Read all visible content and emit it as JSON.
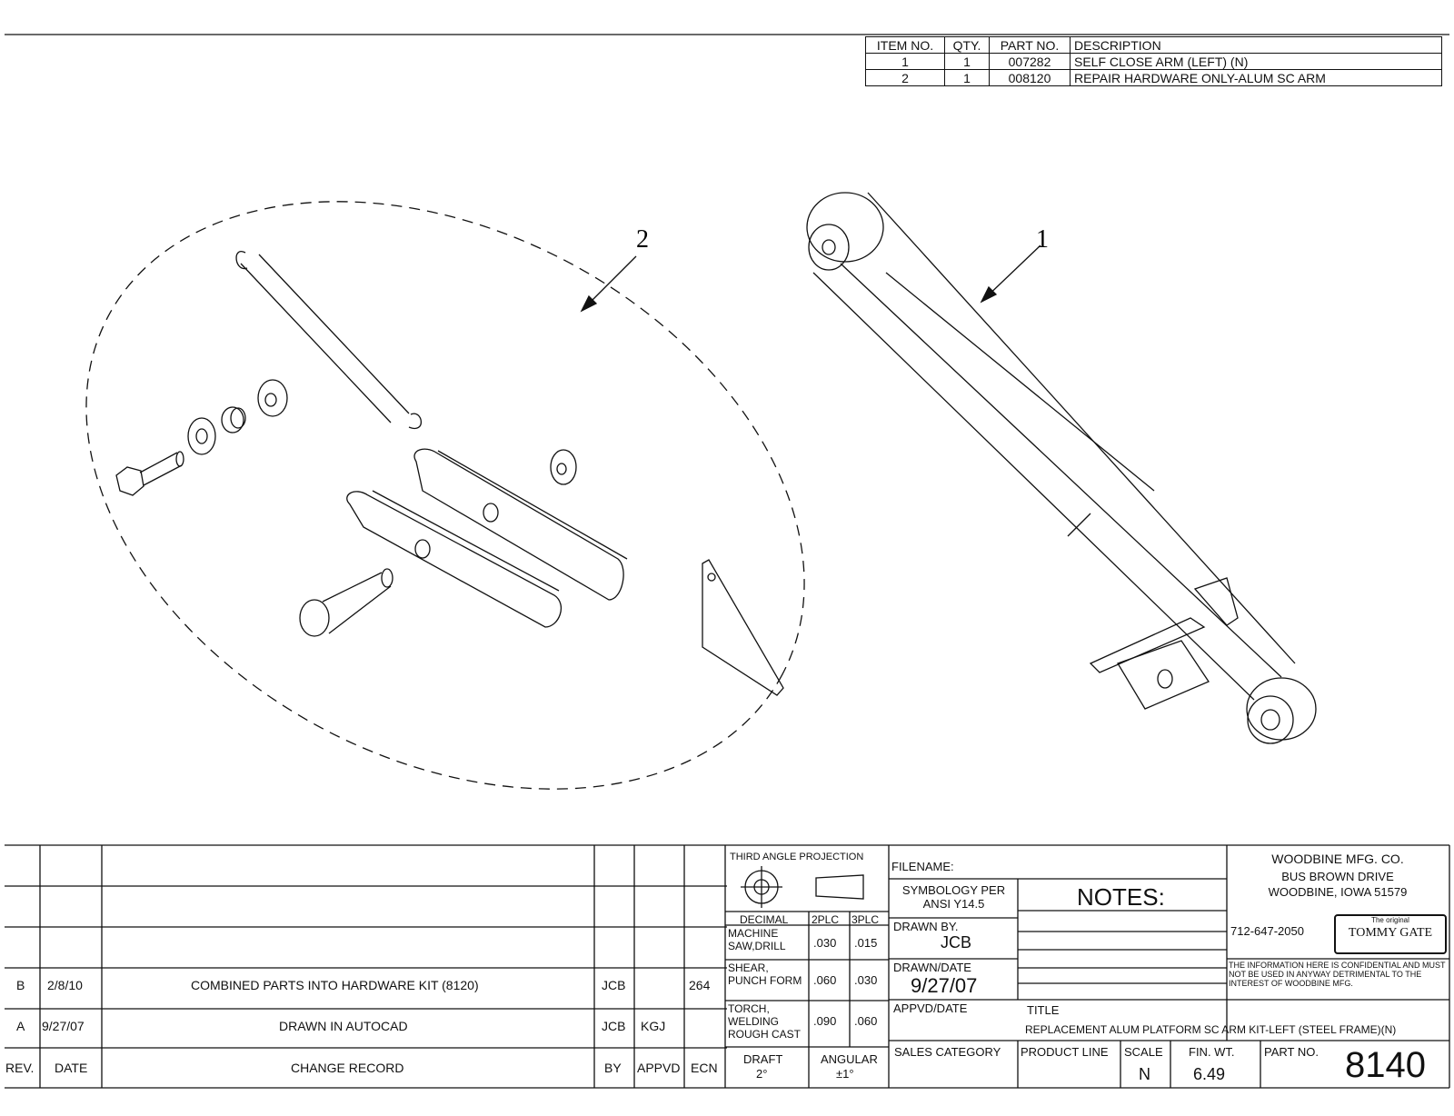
{
  "bom": {
    "headers": [
      "ITEM NO.",
      "QTY.",
      "PART NO.",
      "DESCRIPTION"
    ],
    "rows": [
      [
        "1",
        "1",
        "007282",
        "SELF CLOSE ARM (LEFT) (N)"
      ],
      [
        "2",
        "1",
        "008120",
        "REPAIR HARDWARE ONLY-ALUM SC ARM"
      ]
    ]
  },
  "callouts": {
    "kit": "2",
    "arm": "1"
  },
  "revisions": {
    "rows": [
      {
        "rev": "B",
        "date": "2/8/10",
        "change": "COMBINED PARTS INTO HARDWARE KIT (8120)",
        "by": "JCB",
        "appvd": "",
        "ecn": "264"
      },
      {
        "rev": "A",
        "date": "9/27/07",
        "change": "DRAWN IN AUTOCAD",
        "by": "JCB",
        "appvd": "KGJ",
        "ecn": ""
      }
    ],
    "headers": {
      "rev": "REV.",
      "date": "DATE",
      "change": "CHANGE RECORD",
      "by": "BY",
      "appvd": "APPVD",
      "ecn": "ECN"
    }
  },
  "tolerance": {
    "projection": "THIRD ANGLE PROJECTION",
    "decimal": "DECIMAL",
    "two": "2PLC",
    "three": "3PLC",
    "rows": [
      {
        "label": "MACHINE SAW,DRILL",
        "two": ".030",
        "three": ".015"
      },
      {
        "label": "SHEAR, PUNCH FORM",
        "two": ".060",
        "three": ".030"
      },
      {
        "label": "TORCH, WELDING ROUGH CAST",
        "two": ".090",
        "three": ".060"
      }
    ],
    "draft_label": "DRAFT",
    "draft_value": "2°",
    "angular_label": "ANGULAR",
    "angular_value": "±1°"
  },
  "info": {
    "filename_label": "FILENAME:",
    "symbology": "SYMBOLOGY PER ANSI Y14.5",
    "notes": "NOTES:",
    "drawn_by_label": "DRAWN BY.",
    "drawn_by": "JCB",
    "drawn_date_label": "DRAWN/DATE",
    "drawn_date": "9/27/07",
    "appvd_label": "APPVD/DATE",
    "title_label": "TITLE",
    "title": "REPLACEMENT ALUM PLATFORM SC ARM KIT-LEFT (STEEL FRAME)(N)",
    "sales_label": "SALES CATEGORY",
    "product_label": "PRODUCT LINE",
    "scale_label": "SCALE",
    "scale": "N",
    "wt_label": "FIN. WT.",
    "wt": "6.49",
    "partno_label": "PART NO.",
    "partno": "8140"
  },
  "company": {
    "name": "WOODBINE MFG. CO.",
    "street": "BUS BROWN DRIVE",
    "city": "WOODBINE, IOWA 51579",
    "phone": "712-647-2050",
    "logo": "TOMMY GATE",
    "logo_tag": "The original",
    "confidential": "THE INFORMATION HERE IS CONFIDENTIAL AND MUST NOT BE USED IN ANYWAY DETRIMENTAL TO THE INTEREST OF WOODBINE MFG."
  }
}
